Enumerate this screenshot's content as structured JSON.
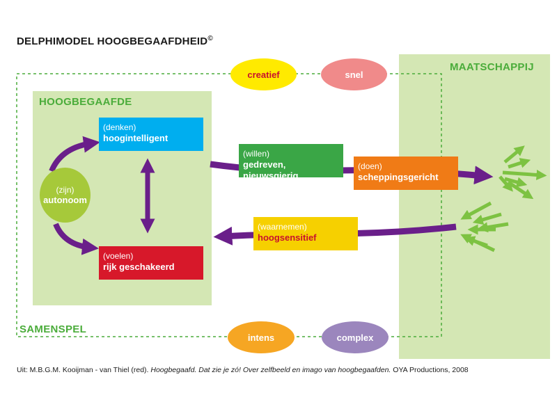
{
  "title": "DELPHIMODEL HOOGBEGAAFDHEID",
  "title_mark": "©",
  "regions": {
    "hoogbegaafde": "HOOGBEGAAFDE",
    "maatschappij": "MAATSCHAPPIJ",
    "samenspel": "SAMENSPEL"
  },
  "center": {
    "sub": "(zijn)",
    "main": "autonoom"
  },
  "boxes": {
    "denken": {
      "sub": "(denken)",
      "main": "hoogintelligent",
      "color": "#00aeef"
    },
    "voelen": {
      "sub": "(voelen)",
      "main": "rijk geschakeerd",
      "color": "#d7182a"
    },
    "willen": {
      "sub": "(willen)",
      "main": "gedreven, nieuwsgierig",
      "color": "#3aa646"
    },
    "doen": {
      "sub": "(doen)",
      "main": "scheppingsgericht",
      "color": "#f07b16"
    },
    "waarnemen": {
      "sub": "(waarnemen)",
      "main": "hoogsensitief",
      "color": "#f6d000"
    }
  },
  "ovals": {
    "creatief": {
      "label": "creatief",
      "color": "#ffea00"
    },
    "snel": {
      "label": "snel",
      "color": "#f08a8a"
    },
    "intens": {
      "label": "intens",
      "color": "#f6a623"
    },
    "complex": {
      "label": "complex",
      "color": "#9b86bd"
    }
  },
  "caption": {
    "part1": "Uit: M.B.G.M. Kooijman - van Thiel (red). ",
    "italic": "Hoogbegaafd. Dat zie je zó! Over zelfbeeld en imago van hoogbegaafden.",
    "part2": " OYA Productions, 2008"
  },
  "colors": {
    "arrow": "#6a1f8a",
    "green_arrow": "#7dc242",
    "dash": "#4aac3a"
  }
}
